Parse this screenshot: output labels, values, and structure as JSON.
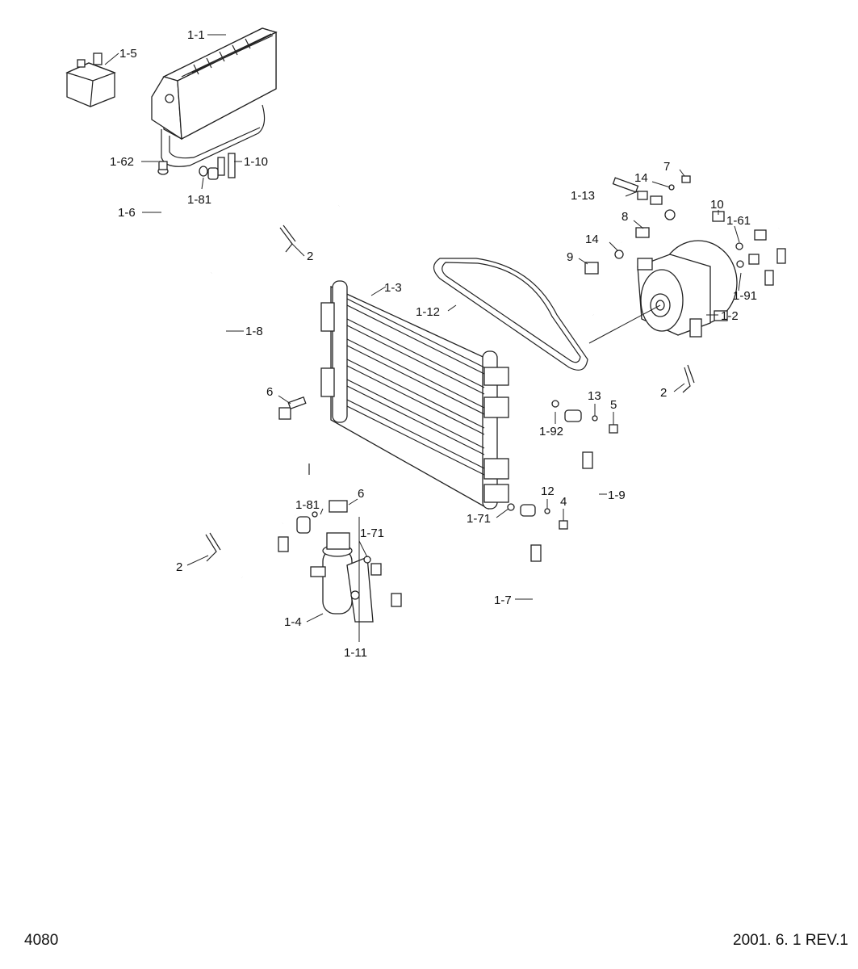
{
  "labels": {
    "l_1_1": "1-1",
    "l_1_5": "1-5",
    "l_1_62": "1-62",
    "l_1_10": "1-10",
    "l_1_81a": "1-81",
    "l_1_6": "1-6",
    "l_2a": "2",
    "l_1_8": "1-8",
    "l_1_3": "1-3",
    "l_1_12": "1-12",
    "l_6a": "6",
    "l_7": "7",
    "l_14a": "14",
    "l_1_13": "1-13",
    "l_8": "8",
    "l_10": "10",
    "l_1_61": "1-61",
    "l_14b": "14",
    "l_9": "9",
    "l_1_91": "1-91",
    "l_1_2": "1-2",
    "l_2b": "2",
    "l_13": "13",
    "l_5": "5",
    "l_1_92": "1-92",
    "l_1_9": "1-9",
    "l_1_81b": "1-81",
    "l_6b": "6",
    "l_1_71a": "1-71",
    "l_12": "12",
    "l_4": "4",
    "l_1_71b": "1-71",
    "l_2c": "2",
    "l_1_7": "1-7",
    "l_1_4": "1-4",
    "l_1_11": "1-11"
  },
  "footer": {
    "page_number": "4080",
    "revision": "2001. 6. 1 REV.1"
  }
}
